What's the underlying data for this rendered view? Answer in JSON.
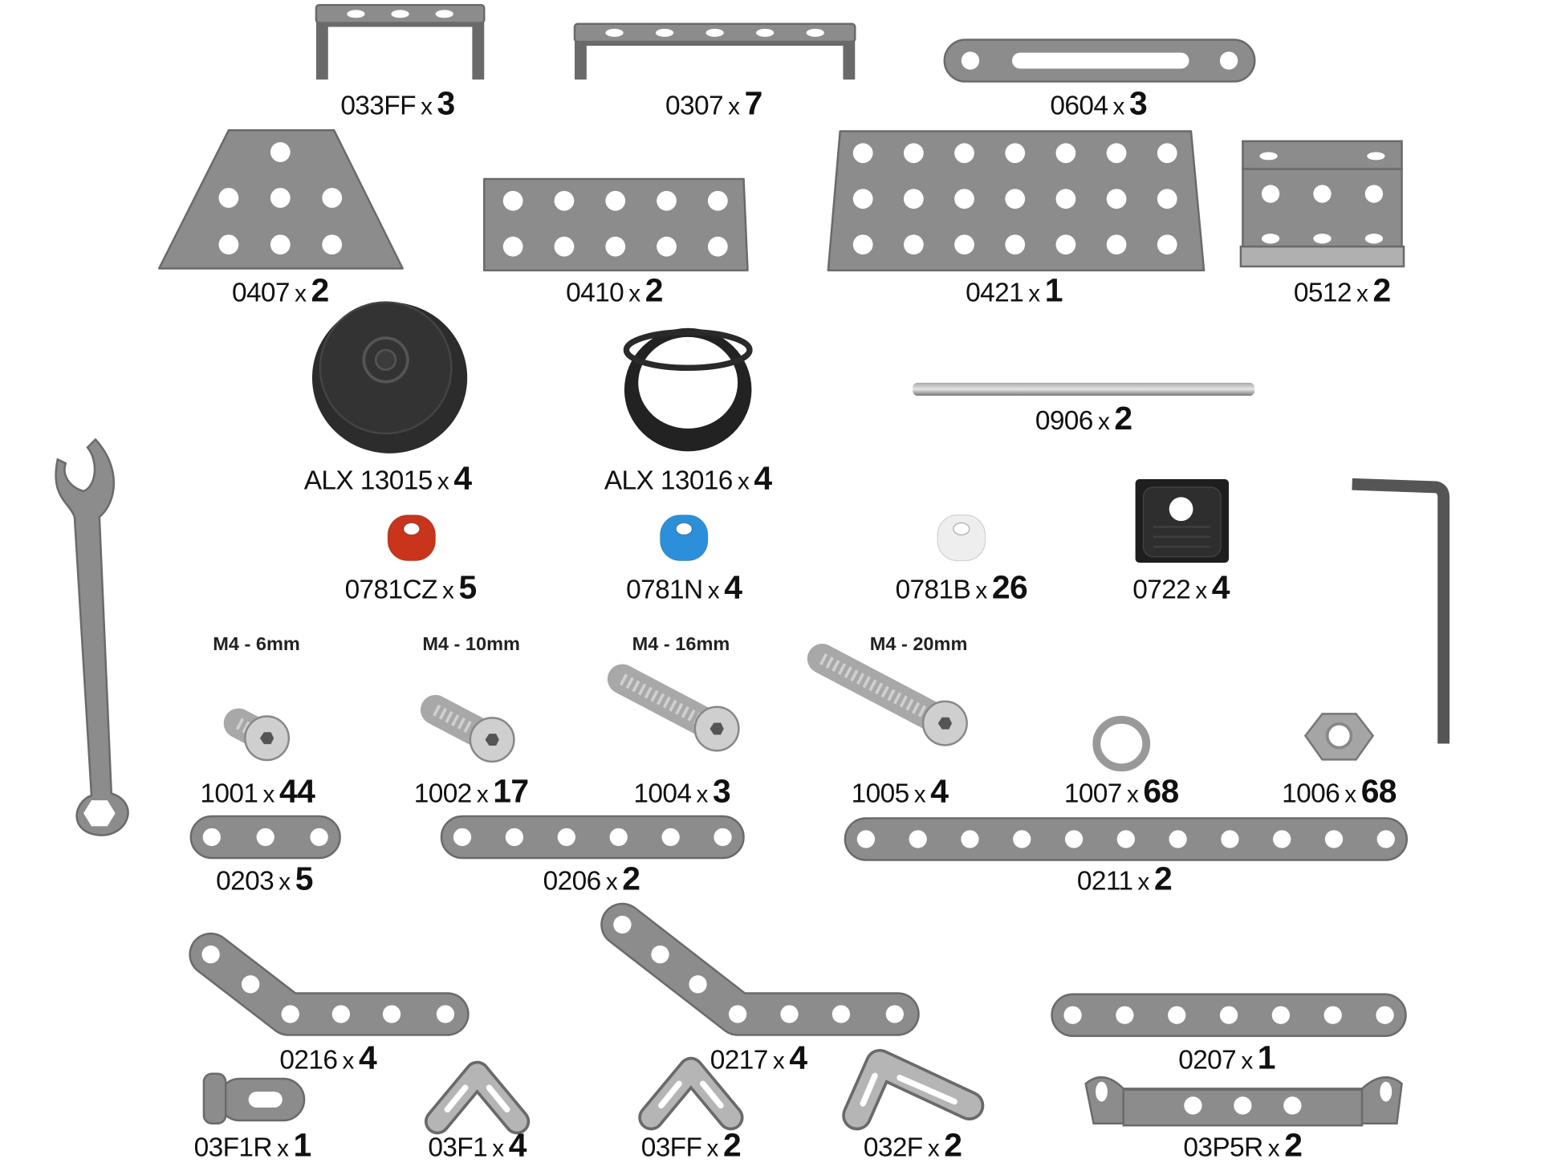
{
  "colors": {
    "metal": "#8c8c8c",
    "metal_edge": "#6a6a6a",
    "wheel": "#333333",
    "red_spacer": "#c8341c",
    "blue_spacer": "#2b90d9",
    "white_spacer": "#eeeeee",
    "black_part": "#1e1e1e"
  },
  "parts": [
    {
      "code": "033FF",
      "qty": "3",
      "icon": "u-bracket"
    },
    {
      "code": "0307",
      "qty": "7",
      "icon": "long-u-bracket"
    },
    {
      "code": "0604",
      "qty": "3",
      "icon": "slotted-strip"
    },
    {
      "code": "0407",
      "qty": "2",
      "icon": "trapezoid-plate"
    },
    {
      "code": "0410",
      "qty": "2",
      "icon": "flat-plate"
    },
    {
      "code": "0421",
      "qty": "1",
      "icon": "large-flat-plate"
    },
    {
      "code": "0512",
      "qty": "2",
      "icon": "flanged-plate"
    },
    {
      "code": "ALX 13015",
      "qty": "4",
      "icon": "wheel"
    },
    {
      "code": "ALX 13016",
      "qty": "4",
      "icon": "tire"
    },
    {
      "code": "0906",
      "qty": "2",
      "icon": "axle-rod"
    },
    {
      "code": "0781CZ",
      "qty": "5",
      "icon": "red-spacer"
    },
    {
      "code": "0781N",
      "qty": "4",
      "icon": "blue-spacer"
    },
    {
      "code": "0781B",
      "qty": "26",
      "icon": "white-spacer"
    },
    {
      "code": "0722",
      "qty": "4",
      "icon": "black-block"
    },
    {
      "code": "1001",
      "qty": "44",
      "icon": "bolt",
      "size": "M4 - 6mm"
    },
    {
      "code": "1002",
      "qty": "17",
      "icon": "bolt",
      "size": "M4 - 10mm"
    },
    {
      "code": "1004",
      "qty": "3",
      "icon": "bolt",
      "size": "M4 - 16mm"
    },
    {
      "code": "1005",
      "qty": "4",
      "icon": "bolt",
      "size": "M4 - 20mm"
    },
    {
      "code": "1007",
      "qty": "68",
      "icon": "washer"
    },
    {
      "code": "1006",
      "qty": "68",
      "icon": "nut"
    },
    {
      "code": "0203",
      "qty": "5",
      "icon": "strip-3"
    },
    {
      "code": "0206",
      "qty": "2",
      "icon": "strip-6"
    },
    {
      "code": "0211",
      "qty": "2",
      "icon": "strip-11"
    },
    {
      "code": "0216",
      "qty": "4",
      "icon": "angled-strip"
    },
    {
      "code": "0217",
      "qty": "4",
      "icon": "angled-strip-long"
    },
    {
      "code": "0207",
      "qty": "1",
      "icon": "strip-7"
    },
    {
      "code": "03F1R",
      "qty": "1",
      "icon": "slotted-angle-bracket"
    },
    {
      "code": "03F1",
      "qty": "4",
      "icon": "angle-bracket"
    },
    {
      "code": "03FF",
      "qty": "2",
      "icon": "angle-bracket"
    },
    {
      "code": "032F",
      "qty": "2",
      "icon": "angle-bracket-double"
    },
    {
      "code": "03P5R",
      "qty": "2",
      "icon": "double-bent-strip"
    }
  ],
  "x_label": "x"
}
